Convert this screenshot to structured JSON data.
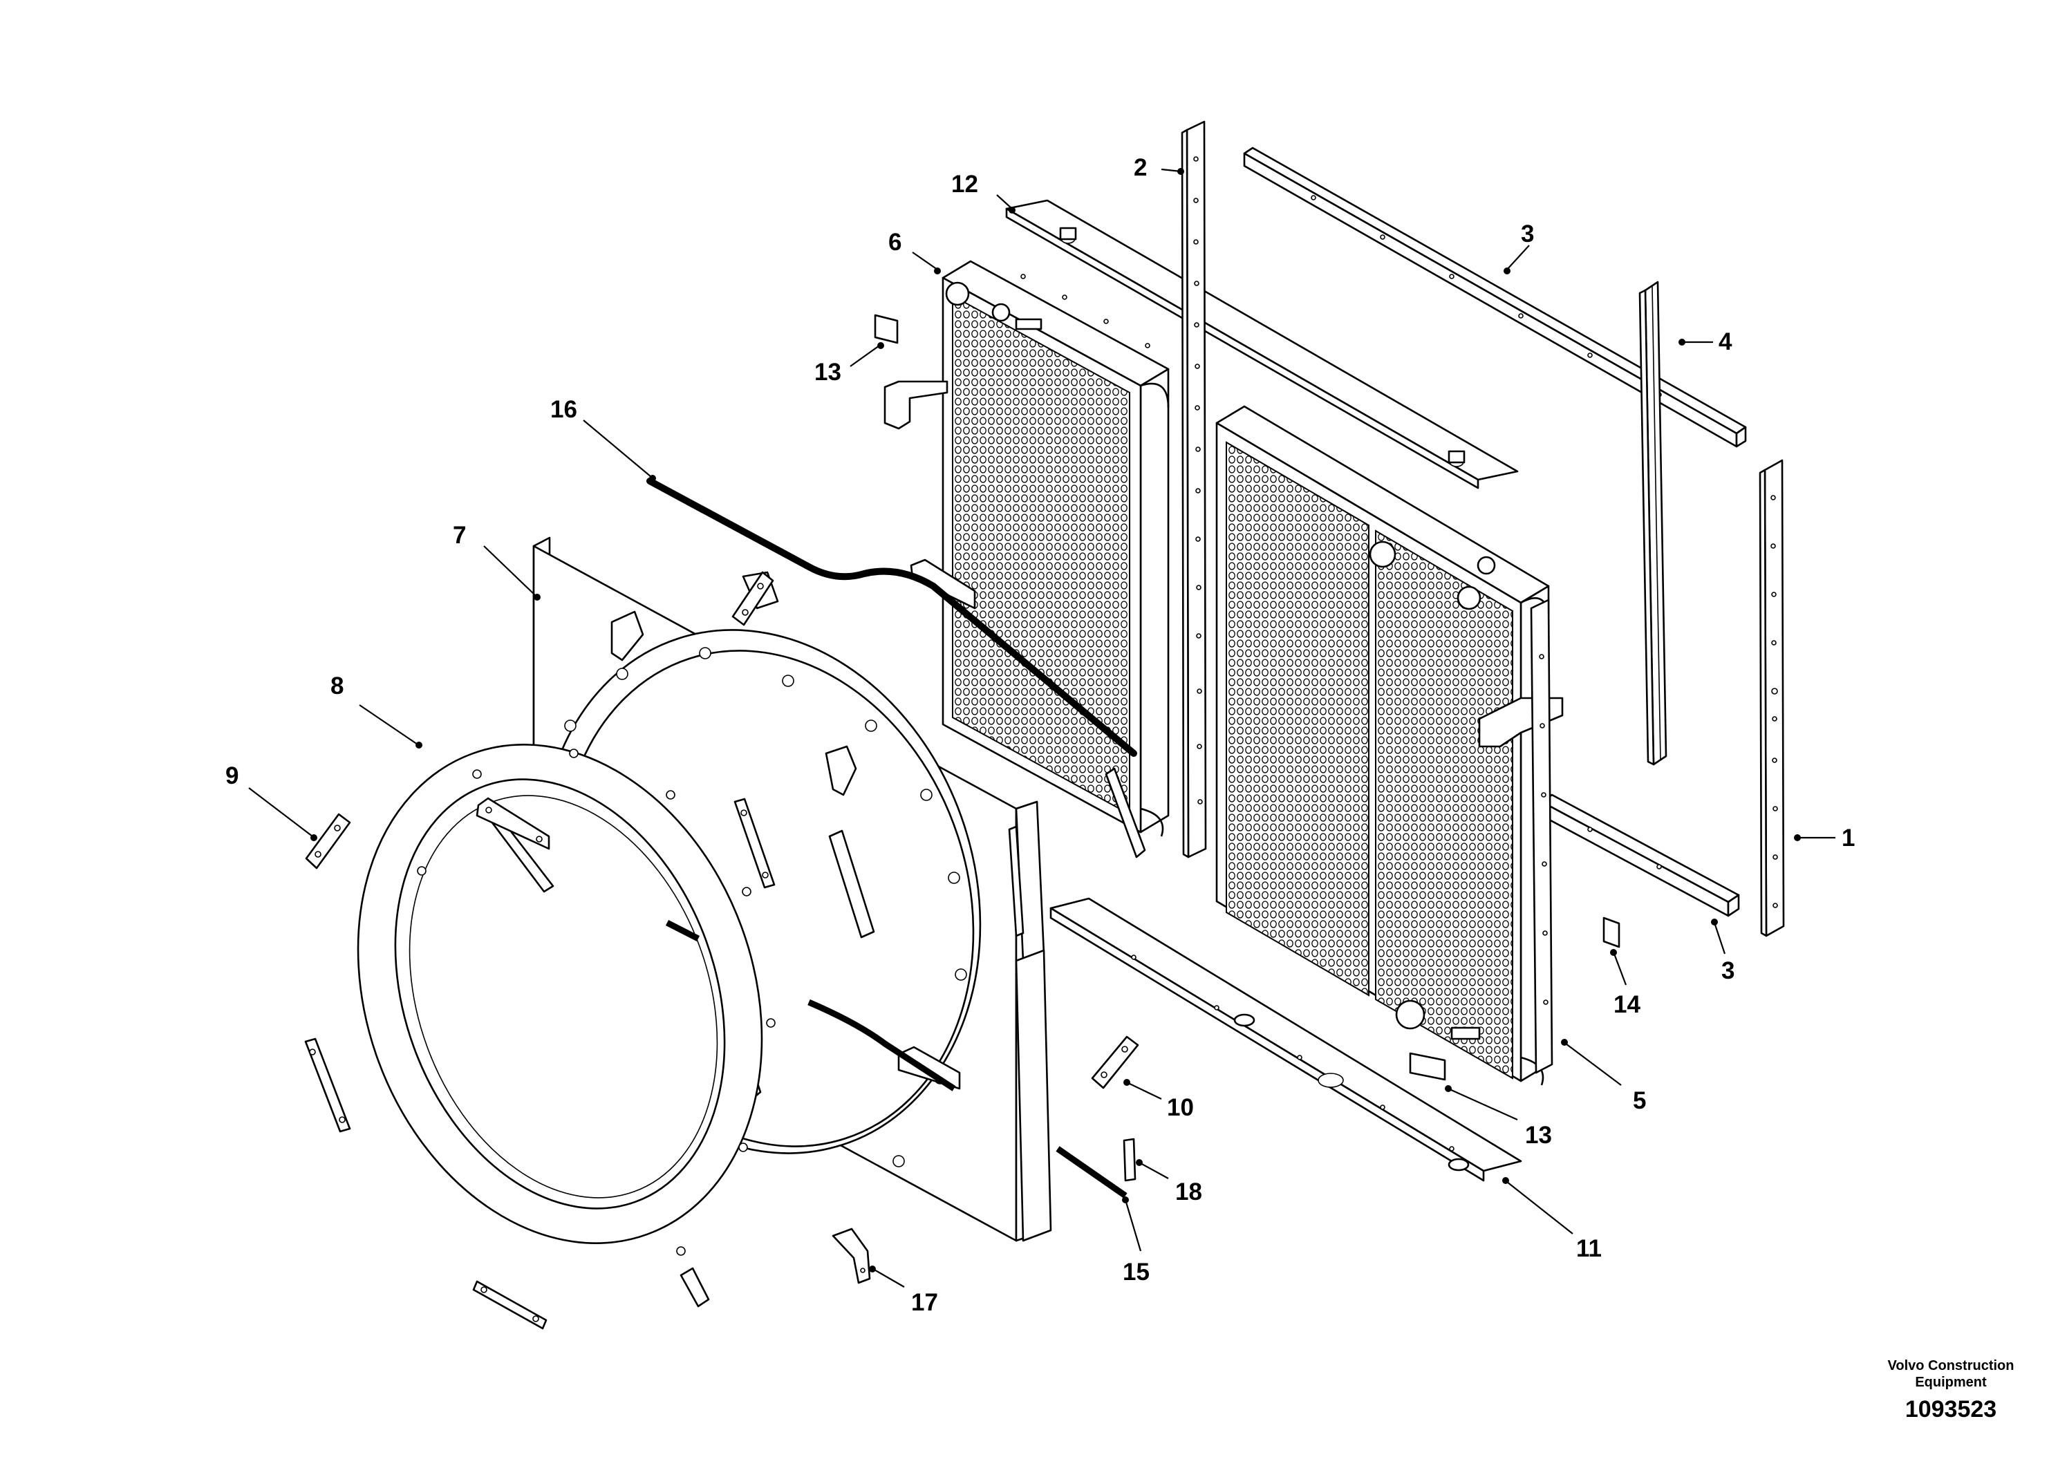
{
  "diagram": {
    "callouts": [
      {
        "id": "c1",
        "label": "1"
      },
      {
        "id": "c2",
        "label": "2"
      },
      {
        "id": "c3a",
        "label": "3"
      },
      {
        "id": "c3b",
        "label": "3"
      },
      {
        "id": "c4",
        "label": "4"
      },
      {
        "id": "c5",
        "label": "5"
      },
      {
        "id": "c6",
        "label": "6"
      },
      {
        "id": "c7",
        "label": "7"
      },
      {
        "id": "c8",
        "label": "8"
      },
      {
        "id": "c9",
        "label": "9"
      },
      {
        "id": "c10",
        "label": "10"
      },
      {
        "id": "c11",
        "label": "11"
      },
      {
        "id": "c12",
        "label": "12"
      },
      {
        "id": "c13a",
        "label": "13"
      },
      {
        "id": "c13b",
        "label": "13"
      },
      {
        "id": "c14",
        "label": "14"
      },
      {
        "id": "c15",
        "label": "15"
      },
      {
        "id": "c16",
        "label": "16"
      },
      {
        "id": "c17",
        "label": "17"
      },
      {
        "id": "c18",
        "label": "18"
      }
    ]
  },
  "copyright": {
    "line1": "Volvo Construction",
    "line2": "Equipment",
    "doc_number": "1093523"
  }
}
